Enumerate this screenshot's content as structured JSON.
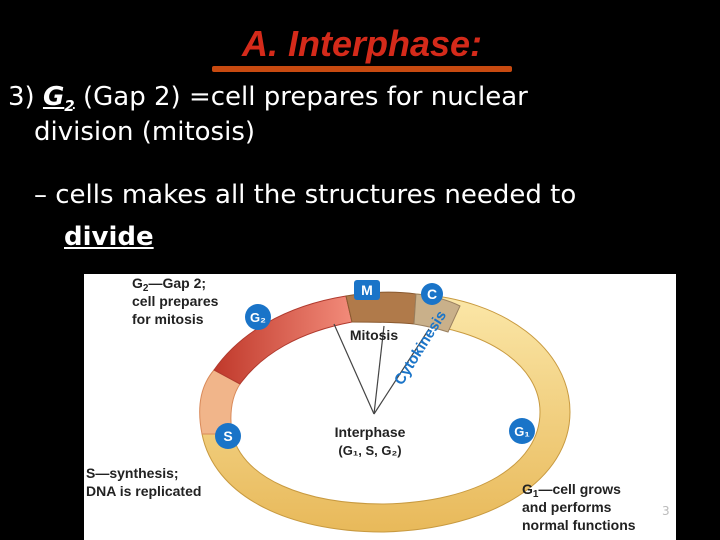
{
  "slide": {
    "title": "A. Interphase:",
    "point_number": "3)",
    "g2_label": "G",
    "g2_sub": "2",
    "point_rest": " (Gap 2) =cell prepares for nuclear",
    "point_line2": "division (mitosis)",
    "sub_dash": "–",
    "sub_text": " cells makes all the structures needed to",
    "sub_word": "divide",
    "page_number": "3"
  },
  "diagram": {
    "g2_desc_1": "G",
    "g2_desc_1_sub": "2",
    "g2_desc_1_rest": "—Gap 2;",
    "g2_desc_2": "cell prepares",
    "g2_desc_3": "for mitosis",
    "s_desc_1": "S—synthesis;",
    "s_desc_2": "DNA is replicated",
    "g1_desc_1": "G",
    "g1_desc_1_sub": "1",
    "g1_desc_1_rest": "—cell grows",
    "g1_desc_2": "and performs",
    "g1_desc_3": "normal functions",
    "mitosis_label": "Mitosis",
    "interphase_label": "Interphase",
    "interphase_phases": "(G₁, S, G₂)",
    "badge_m": "M",
    "badge_c": "C",
    "badge_g2": "G₂",
    "badge_s": "S",
    "badge_g1": "G₁",
    "cytokinesis_label": "Cytokinesis",
    "colors": {
      "g1_ring": "#f6d98a",
      "g2_ring": "#d9534a",
      "m_ring": "#b07a4a",
      "badge": "#1a74c8"
    }
  }
}
